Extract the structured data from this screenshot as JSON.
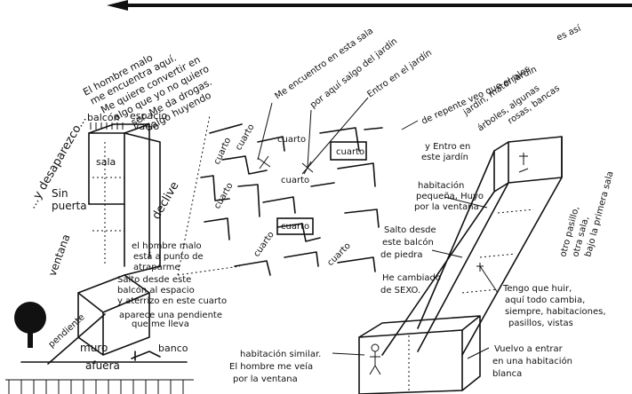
{
  "left": {
    "rotated_text": "...y desaparezco...",
    "hombre_malo_text": [
      "El hombre malo",
      "me encuentra aquí.",
      "Me quiere convertir en",
      "algo que yo no quiero",
      "ser. Me da drogas.",
      "Salgo huyendo"
    ],
    "balcon": "balcón",
    "espacio_vacio": [
      "espacio",
      "vacío"
    ],
    "sala": "sala",
    "sin_puerta": [
      "Sin",
      "puerta"
    ],
    "declive": "declive",
    "ventana": "ventana",
    "pendiente_label": "pendiente",
    "muro": "muro",
    "afuera": "afuera",
    "banco": "banco",
    "notes": [
      "el hombre malo",
      "está a punto de",
      "atraparme",
      "Salto desde este",
      "balcón al espacio",
      "y aterrizo en este cuarto",
      "aparece una pendiente",
      "que me lleva"
    ]
  },
  "maze": {
    "labels": [
      "cuarto",
      "cuarto",
      "cuarto",
      "cuarto",
      "cuarto",
      "cuarto",
      "cuarto",
      "cuarto",
      "cuarto"
    ],
    "me_encuentro": "Me encuentro en esta sala",
    "salgo_jardin": "por aquí salgo del jardín",
    "entro_jardin": "Entro en el jardín",
    "de_repente": "de repente veo que el jardín",
    "es_asi": [
      "es así"
    ]
  },
  "right": {
    "jardin_text": [
      "jardín, matorrales",
      "árboles, algunas",
      "rosas, bancas"
    ],
    "y_entro": [
      "y Entro en",
      "este jardín"
    ],
    "habitacion_pequena": [
      "habitación",
      "pequeña, Huyo",
      "por la ventana"
    ],
    "salto_balcon": [
      "Salto desde",
      "este balcón",
      "de piedra"
    ],
    "he_cambiado": [
      "He cambiado",
      "de SEXO."
    ],
    "otro_pasillo": [
      "otro pasillo,",
      "otra sala,",
      "bajo la primera sala"
    ],
    "tengo_que_huir": [
      "Tengo que huir,",
      "aquí todo cambia,",
      "siempre, habitaciones,",
      "pasillos, vistas"
    ],
    "vuelvo_entrar": [
      "Vuelvo a entrar",
      "en una habitación",
      "blanca"
    ],
    "habitacion_similar": [
      "habitación similar.",
      "El hombre me veía",
      "por la ventana"
    ]
  }
}
